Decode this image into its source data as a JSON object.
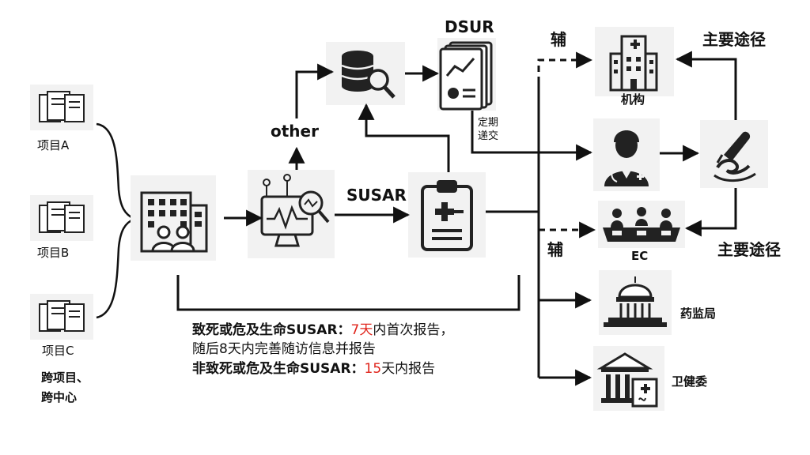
{
  "projects": [
    {
      "label": "项目A",
      "icon": "document-stack-icon"
    },
    {
      "label": "项目B",
      "icon": "document-stack-icon"
    },
    {
      "label": "项目C",
      "icon": "document-stack-icon"
    }
  ],
  "cross_label": [
    "跨项目、",
    "跨中心"
  ],
  "center_icon": "company-building-icon",
  "monitor_icon": "data-monitor-icon",
  "database_icon": "database-search-icon",
  "other_label": "other",
  "susar_label": "SUSAR",
  "susar_icon": "clipboard-report-icon",
  "dsur": {
    "label": "DSUR",
    "icon": "report-document-icon",
    "note": [
      "定期",
      "递交"
    ]
  },
  "secondary_label": "辅",
  "primary_route_label": "主要途径",
  "institution": {
    "label": "机构",
    "icon": "hospital-icon"
  },
  "investigator_icon": "doctor-icon",
  "signature_icon": "signing-hand-icon",
  "ec": {
    "label": "EC",
    "icon": "committee-meeting-icon"
  },
  "nmpa": {
    "label": "药监局",
    "icon": "government-dome-icon"
  },
  "nhc": {
    "label": "卫健委",
    "icon": "health-commission-icon"
  },
  "rules": {
    "fatal_prefix": "致死或危及生命SUSAR：",
    "fatal_days": "7天",
    "fatal_suffix": "内首次报告，",
    "fatal_followup": "随后8天内完善随访信息并报告",
    "nonfatal_prefix": "非致死或危及生命SUSAR：",
    "nonfatal_days": "15",
    "nonfatal_suffix": "天内报告"
  },
  "colors": {
    "accent_red": "#e0241b",
    "line": "#111111",
    "icon_bg": "#f2f2f2"
  }
}
